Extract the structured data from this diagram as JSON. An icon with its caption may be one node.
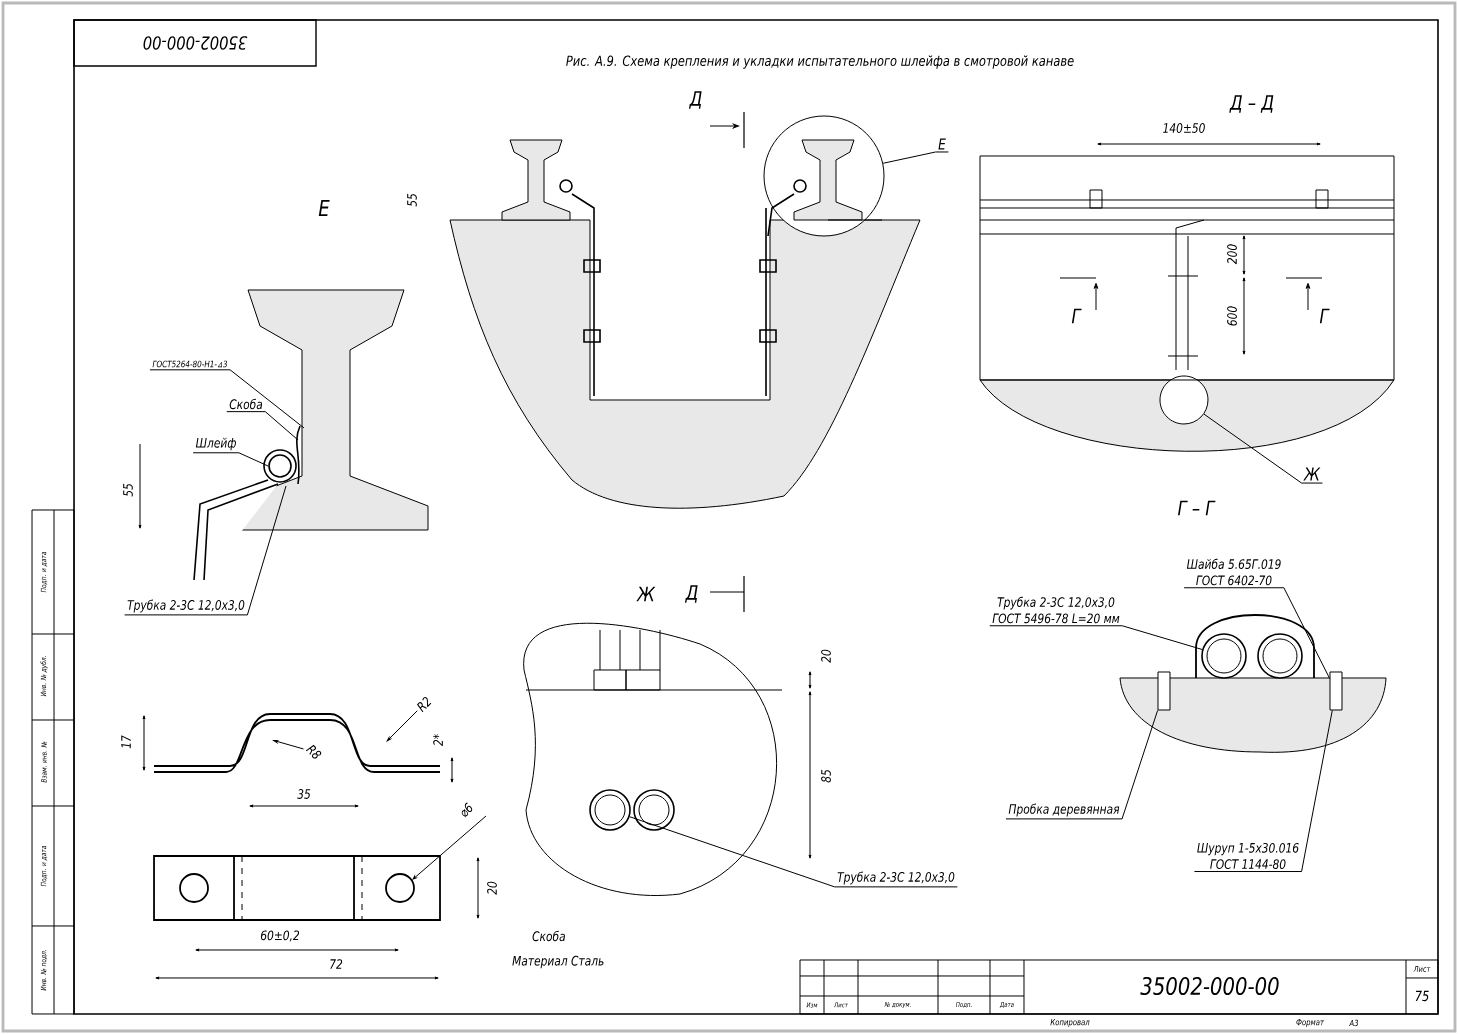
{
  "diagram": {
    "title": "Рис. А.9. Схема крепления и укладки испытательного шлейфа в смотровой канаве",
    "nodes": [
      {
        "text": [
          "ГОСТ5264-80-Н1-⊿3"
        ]
      },
      {
        "text": [
          "Скоба"
        ]
      },
      {
        "text": [
          "Шлейф"
        ]
      },
      {
        "text": [
          "Трубка 2-3С 12,0х3,0"
        ]
      },
      {
        "text": [
          "Е"
        ]
      },
      {
        "text": [
          "Ж"
        ]
      },
      {
        "text": [
          "Трубка 2-3С 12,0х3,0"
        ]
      },
      {
        "text": [
          "Шайба 5.65Г.019",
          "ГОСТ 6402-70"
        ]
      },
      {
        "text": [
          "Трубка 2-3С 12,0х3,0",
          "ГОСТ 5496-78 L=20 мм"
        ]
      },
      {
        "text": [
          "Пробка деревянная"
        ]
      },
      {
        "text": [
          "Шуруп 1-5х30.016",
          "ГОСТ 1144-80"
        ]
      },
      {
        "text": [
          "R8"
        ]
      },
      {
        "text": [
          "R2"
        ]
      },
      {
        "text": [],
        "shape": "circle"
      },
      {
        "text": [],
        "shape": "circle"
      },
      {
        "text": [],
        "shape": "circle"
      },
      {
        "text": [],
        "shape": "circle"
      },
      {
        "text": [],
        "shape": "circle"
      },
      {
        "text": [],
        "shape": "circle"
      },
      {
        "text": [],
        "shape": "box"
      },
      {
        "text": [],
        "shape": "box"
      }
    ],
    "edges": [
      {
        "from": 0,
        "to": null,
        "arrow": "none"
      },
      {
        "from": 1,
        "to": null,
        "arrow": "none"
      },
      {
        "from": 2,
        "to": null,
        "arrow": "none"
      },
      {
        "from": 3,
        "to": null,
        "arrow": "none"
      },
      {
        "from": 4,
        "to": 13,
        "arrow": "none"
      },
      {
        "from": 5,
        "to": 14,
        "arrow": "none"
      },
      {
        "from": 6,
        "to": 15,
        "arrow": "none"
      },
      {
        "from": 7,
        "to": 20,
        "arrow": "none"
      },
      {
        "from": 8,
        "to": 17,
        "arrow": "none"
      },
      {
        "from": 9,
        "to": 19,
        "arrow": "none"
      },
      {
        "from": 10,
        "to": 20,
        "arrow": "none"
      },
      {
        "from": 11,
        "to": null,
        "arrow": "to"
      },
      {
        "from": 12,
        "to": null,
        "arrow": "to"
      }
    ],
    "labels": [
      "35002-000-00",
      "Е",
      "55",
      "Д",
      "Д – Д",
      "140±50",
      "55",
      "200",
      "Г",
      "600",
      "Г",
      "Г – Г",
      "Ж",
      "Д",
      "20",
      "85",
      "17",
      "2*",
      "35",
      "⌀6",
      "20",
      "60±0,2",
      "72",
      "Скоба",
      "Материал Сталь",
      "Подп. и дата",
      "Инв. № дубл.",
      "Взам. инв. №",
      "Подп. и дата",
      "Инв. № подл.",
      "Изм",
      "Лист",
      "№ докум.",
      "Подп.",
      "Дата",
      "35002-000-00",
      "Лист",
      "75",
      "Копировал",
      "Формат",
      "А3"
    ]
  }
}
